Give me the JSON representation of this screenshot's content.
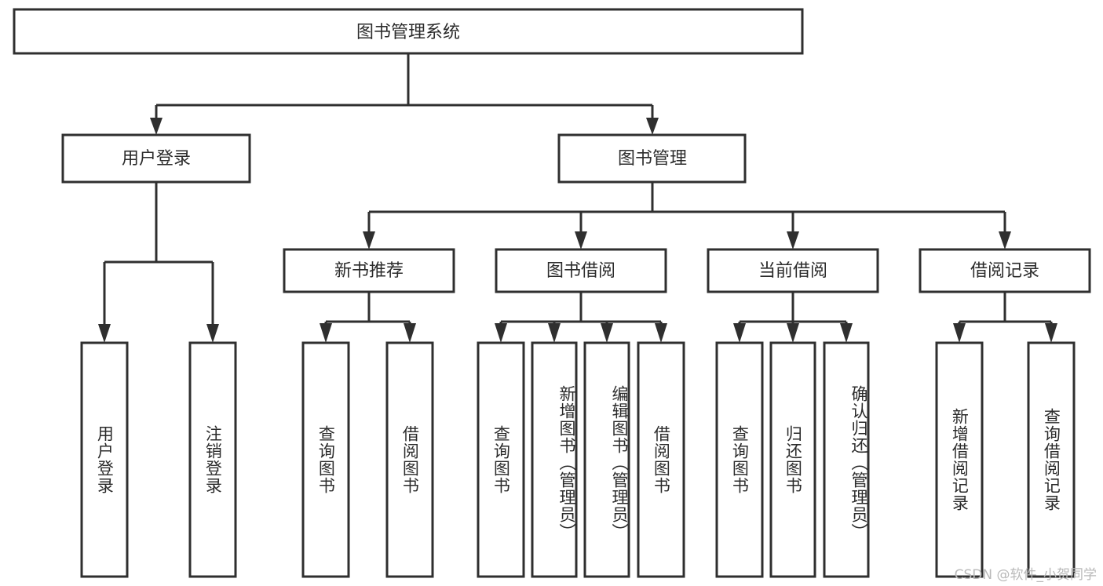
{
  "diagram": {
    "type": "tree-hierarchy-chart",
    "title": "图书管理系统",
    "colors": {
      "stroke": "#2f2f2f",
      "box_fill": "#ffffff",
      "text": "#2b2b2b",
      "background": "#ffffff",
      "watermark": "#b9b9b9"
    },
    "root": {
      "label": "图书管理系统"
    },
    "level2": [
      {
        "label": "用户登录"
      },
      {
        "label": "图书管理"
      }
    ],
    "level3": [
      {
        "label": "新书推荐"
      },
      {
        "label": "图书借阅"
      },
      {
        "label": "当前借阅"
      },
      {
        "label": "借阅记录"
      }
    ],
    "leaves": {
      "user_login": [
        {
          "label": "用户登录"
        },
        {
          "label": "注销登录"
        }
      ],
      "new_book_recommend": [
        {
          "label": "查询图书"
        },
        {
          "label": "借阅图书"
        }
      ],
      "book_borrow": [
        {
          "label": "查询图书"
        },
        {
          "label": "新增图书（管理员）"
        },
        {
          "label": "编辑图书（管理员）"
        },
        {
          "label": "借阅图书"
        }
      ],
      "current_borrow": [
        {
          "label": "查询图书"
        },
        {
          "label": "归还图书"
        },
        {
          "label": "确认归还（管理员）"
        }
      ],
      "borrow_record": [
        {
          "label": "新增借阅记录"
        },
        {
          "label": "查询借阅记录"
        }
      ]
    }
  },
  "watermark": {
    "text": "CSDN @软件_小贺同学"
  }
}
